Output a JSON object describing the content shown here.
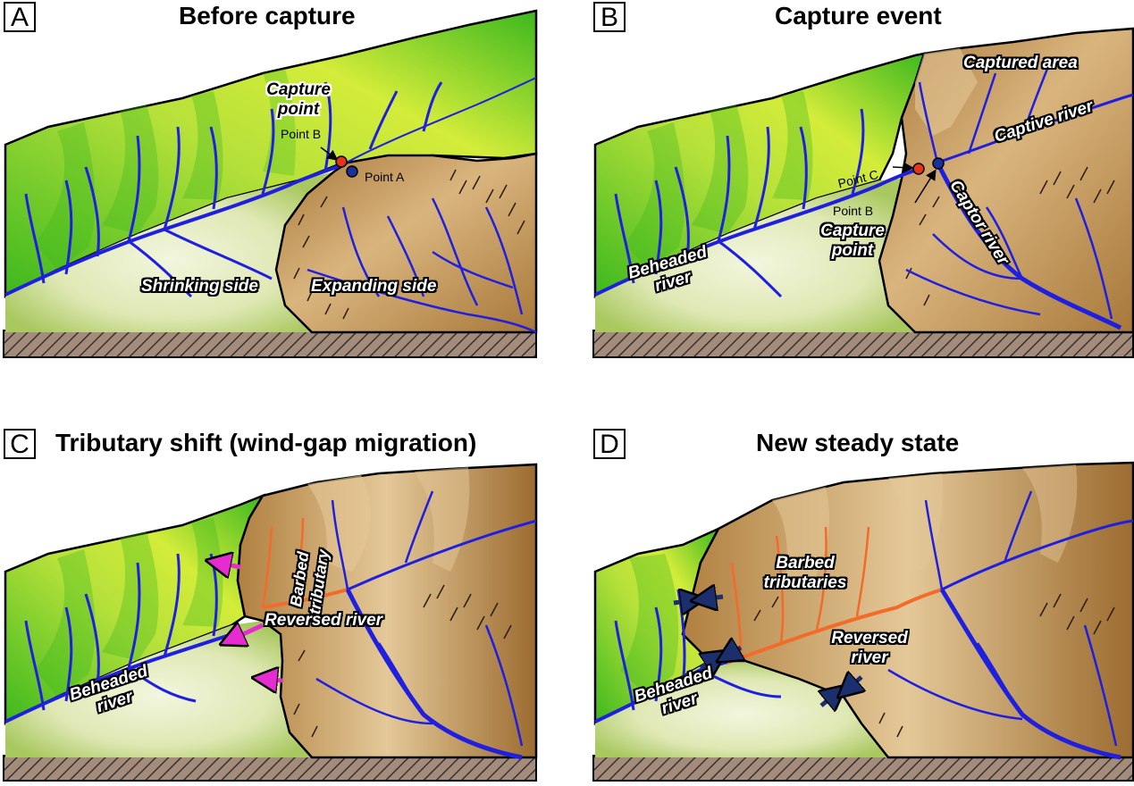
{
  "panels": {
    "a": {
      "letter": "A",
      "title": "Before capture",
      "capture_point": "Capture point",
      "point_b": "Point B",
      "point_a": "Point A",
      "shrinking": "Shrinking side",
      "expanding": "Expanding side"
    },
    "b": {
      "letter": "B",
      "title": "Capture event",
      "captured_area": "Captured area",
      "captive_river": "Captive river",
      "captor_river": "Captor river",
      "point_c": "Point C",
      "point_b": "Point B",
      "capture_point": "Capture point",
      "beheaded_river": "Beheaded river"
    },
    "c": {
      "letter": "C",
      "title": "Tributary shift (wind-gap migration)",
      "barbed_tributary": "Barbed tributary",
      "reversed_river": "Reversed river",
      "beheaded_river": "Beheaded river"
    },
    "d": {
      "letter": "D",
      "title": "New steady state",
      "barbed_tributaries": "Barbed tributaries",
      "reversed_river": "Reversed river",
      "beheaded_river": "Beheaded river"
    }
  },
  "colors": {
    "green_light": "#d4ec3a",
    "green_dark": "#3cb81e",
    "plain": "#dfe8b4",
    "brown": "#a8783a",
    "tan": "#e4c898",
    "river_blue": "#1f1fe0",
    "reversed_orange": "#f26b2a",
    "arrow_magenta": "#e62bd1",
    "point_red": "#e8331c",
    "point_blue": "#1b2f9e"
  }
}
